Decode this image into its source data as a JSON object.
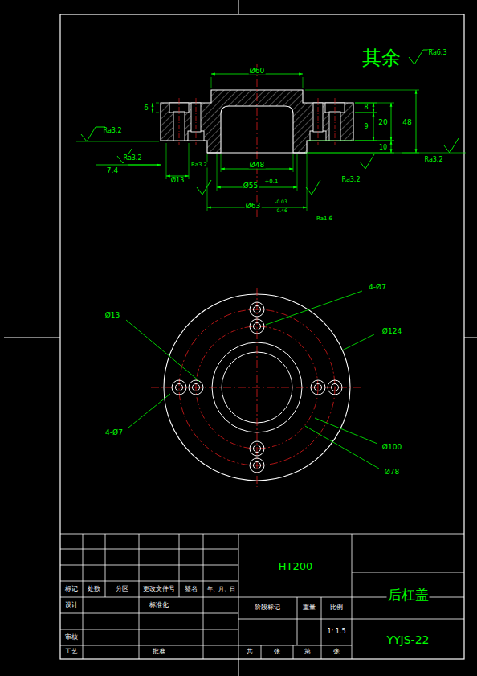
{
  "diagram": {
    "labels": [
      "其余",
      "Ra6.3",
      "Ø60",
      "Ra3.2",
      "Ra3.2",
      "7.4",
      "Ø13",
      "Ra3.2",
      "Ø48",
      "Ø55",
      "+0.1",
      "Ø63",
      "-0.03",
      "-0.46",
      "Ra1.6",
      "Ra3.2",
      "Ra3.2",
      "48",
      "20",
      "10",
      "9",
      "8",
      "6",
      "4-Ø7",
      "Ø13",
      "Ø124",
      "4-Ø7",
      "Ø100",
      "Ø78",
      "标记",
      "处数",
      "分区",
      "更改文件号",
      "签名",
      "年、月、日",
      "设计",
      "标准化",
      "审核",
      "工艺",
      "批准",
      "HT200",
      "阶段标记",
      "重量",
      "比例",
      "1: 1.5",
      "共",
      "张",
      "第",
      "张",
      "后杠盖",
      "YYJS-22"
    ]
  }
}
